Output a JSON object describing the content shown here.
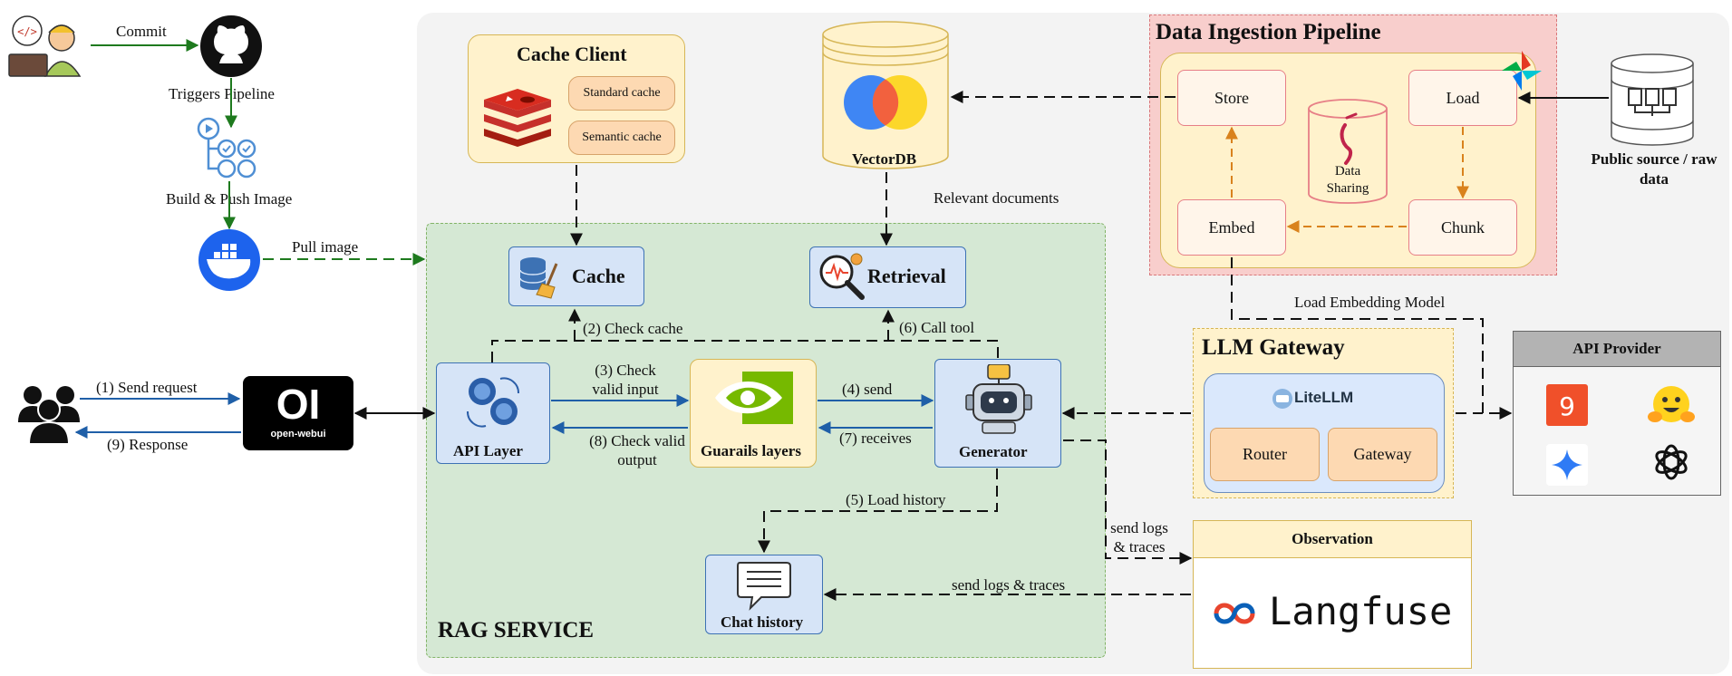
{
  "cicd": {
    "commit": "Commit",
    "triggers": "Triggers Pipeline",
    "build_push": "Build & Push Image",
    "pull_image": "Pull image"
  },
  "client": {
    "send_request": "(1) Send request",
    "response": "(9) Response",
    "webui_logo": "OI",
    "webui_name": "open-webui"
  },
  "cache_client": {
    "title": "Cache Client",
    "standard": "Standard cache",
    "semantic": "Semantic cache"
  },
  "vectordb": {
    "label": "VectorDB",
    "relevant_docs": "Relevant documents"
  },
  "ingestion": {
    "title": "Data Ingestion Pipeline",
    "store": "Store",
    "load": "Load",
    "embed": "Embed",
    "chunk": "Chunk",
    "data_sharing": "Data Sharing",
    "public_source": "Public source / raw data",
    "load_embedding_model": "Load Embedding Model"
  },
  "rag": {
    "service_label": "RAG SERVICE",
    "cache": "Cache",
    "retrieval": "Retrieval",
    "api_layer": "API Layer",
    "guardrails": "Guarails layers",
    "generator": "Generator",
    "chat_history": "Chat history",
    "check_cache": "(2) Check cache",
    "call_tool": "(6) Call tool",
    "check_input": "(3) Check valid input",
    "check_output": "(8) Check valid output",
    "send": "(4) send",
    "receives": "(7) receives",
    "load_history": "(5) Load history",
    "send_logs_chat": "send logs & traces"
  },
  "llm_gateway": {
    "title": "LLM Gateway",
    "litellm": "LiteLLM",
    "router": "Router",
    "gateway": "Gateway"
  },
  "api_provider": {
    "title": "API Provider"
  },
  "observation": {
    "title": "Observation",
    "send_logs": "send logs & traces",
    "langfuse": "Langfuse"
  }
}
